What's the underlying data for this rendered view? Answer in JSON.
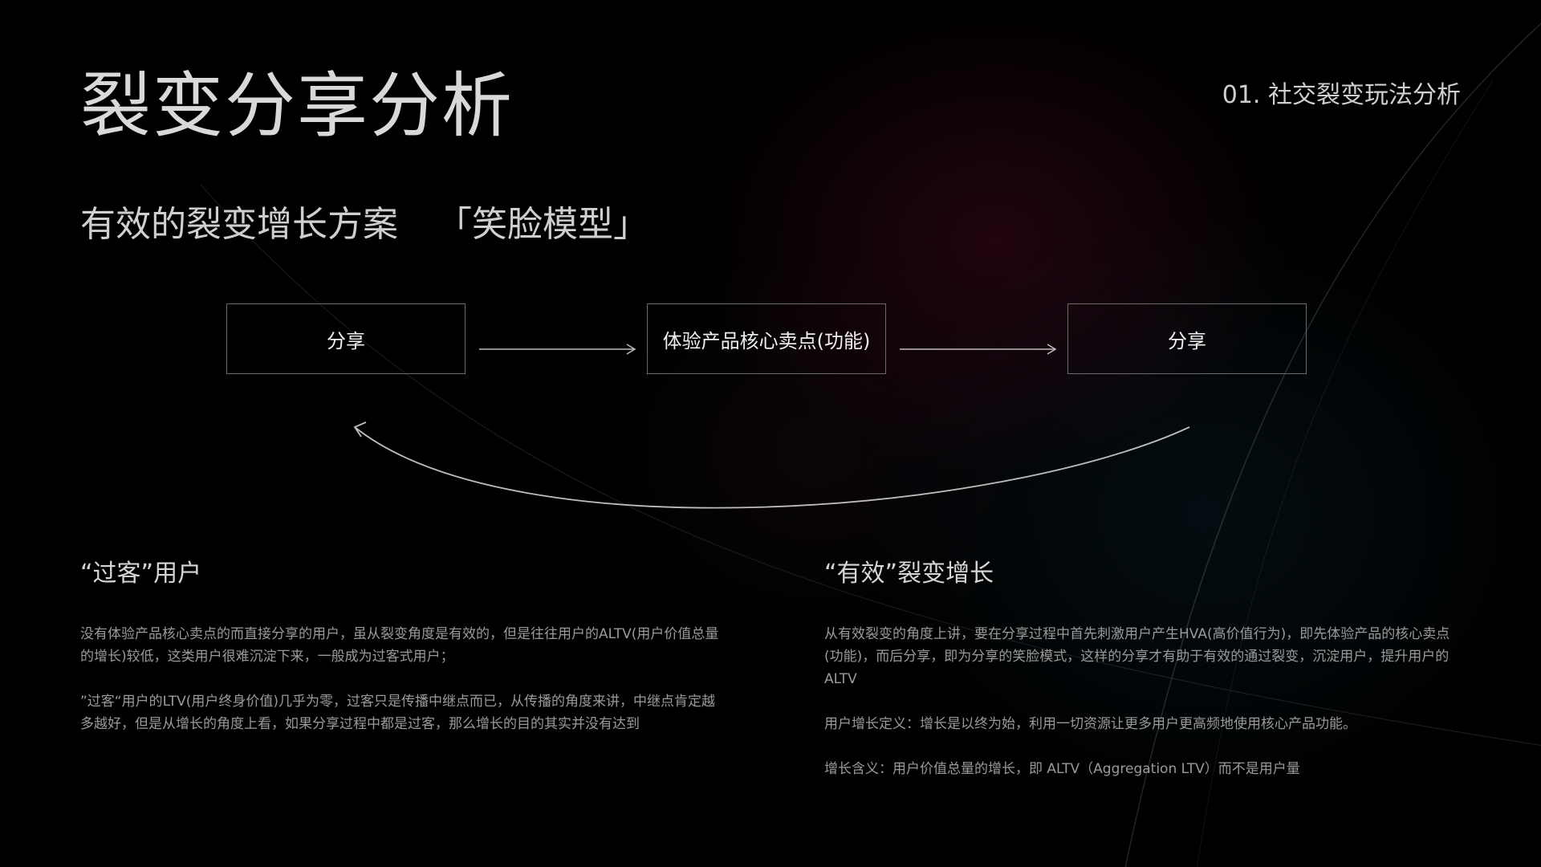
{
  "header": {
    "title": "裂变分享分析",
    "section": "01. 社交裂变玩法分析"
  },
  "subtitle": {
    "text": "有效的裂变增长方案",
    "model": "「笑脸模型」"
  },
  "flow": {
    "boxes": [
      "分享",
      "体验产品核心卖点(功能)",
      "分享"
    ]
  },
  "left": {
    "title": "“过客”用户",
    "paragraphs": [
      "没有体验产品核心卖点的而直接分享的用户，虽从裂变角度是有效的，但是往往用户的ALTV(用户价值总量的增长)较低，这类用户很难沉淀下来，一般成为过客式用户；",
      "”过客“用户的LTV(用户终身价值)几乎为零，过客只是传播中继点而已，从传播的角度来讲，中继点肯定越多越好，但是从增长的角度上看，如果分享过程中都是过客，那么增长的目的其实并没有达到"
    ]
  },
  "right": {
    "title": "“有效”裂变增长",
    "paragraphs": [
      "从有效裂变的角度上讲，要在分享过程中首先刺激用户产生HVA(高价值行为)，即先体验产品的核心卖点(功能)，而后分享，即为分享的笑脸模式，这样的分享才有助于有效的通过裂变，沉淀用户，提升用户的ALTV",
      "用户增长定义：增长是以终为始，利用一切资源让更多用户更高频地使用核心产品功能。",
      "增长含义：用户价值总量的增长，即 ALTV（Aggregation LTV）而不是用户量"
    ]
  },
  "colors": {
    "background": "#000000",
    "box_border": "#6a6a6a",
    "body_text": "#9a9a9a"
  }
}
